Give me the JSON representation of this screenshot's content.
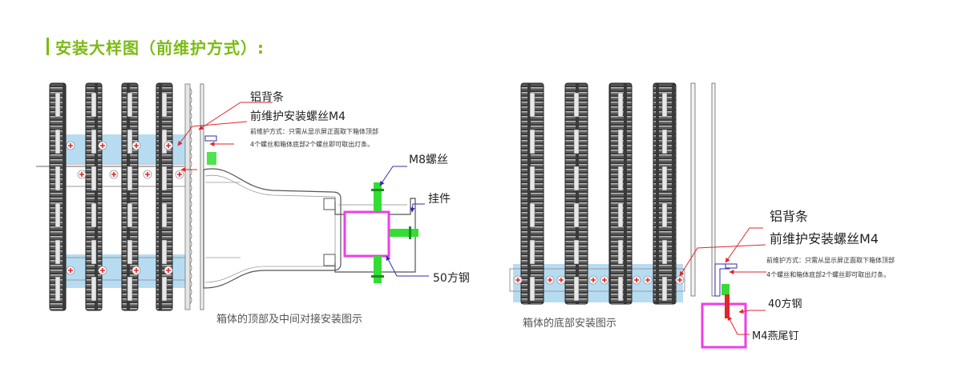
{
  "title": "安装大样图（前维护方式）:",
  "colors": {
    "accent": "#7cbb14",
    "annotation_red": "#e0262b",
    "steel_magenta": "#ee3ee8",
    "bracket_green": "#33dd33",
    "leader_blue": "#2f2fb0",
    "module_blue": "#b7dcf2"
  },
  "left_diagram": {
    "caption": "箱体的顶部及中间对接安装图示",
    "label_aluminum_strip": "铝背条",
    "label_front_screw": "前维护安装螺丝M4",
    "note_line1": "前维护方式：只需从显示屏正面取下箱体顶部",
    "note_line2": "4个螺丝和箱体底部2个螺丝即可取出灯条。",
    "label_m8": "M8螺丝",
    "label_hanger": "挂件",
    "label_steel50": "50方钢"
  },
  "right_diagram": {
    "caption": "箱体的底部安装图示",
    "label_aluminum_strip": "铝背条",
    "label_front_screw": "前维护安装螺丝M4",
    "note_line1": "前维护方式：只需从显示屏正面取下箱体顶部",
    "note_line2": "4个螺丝和箱体底部2个螺丝即可取出灯条。",
    "label_steel40": "40方钢",
    "label_m4_nail": "M4燕尾钉"
  }
}
